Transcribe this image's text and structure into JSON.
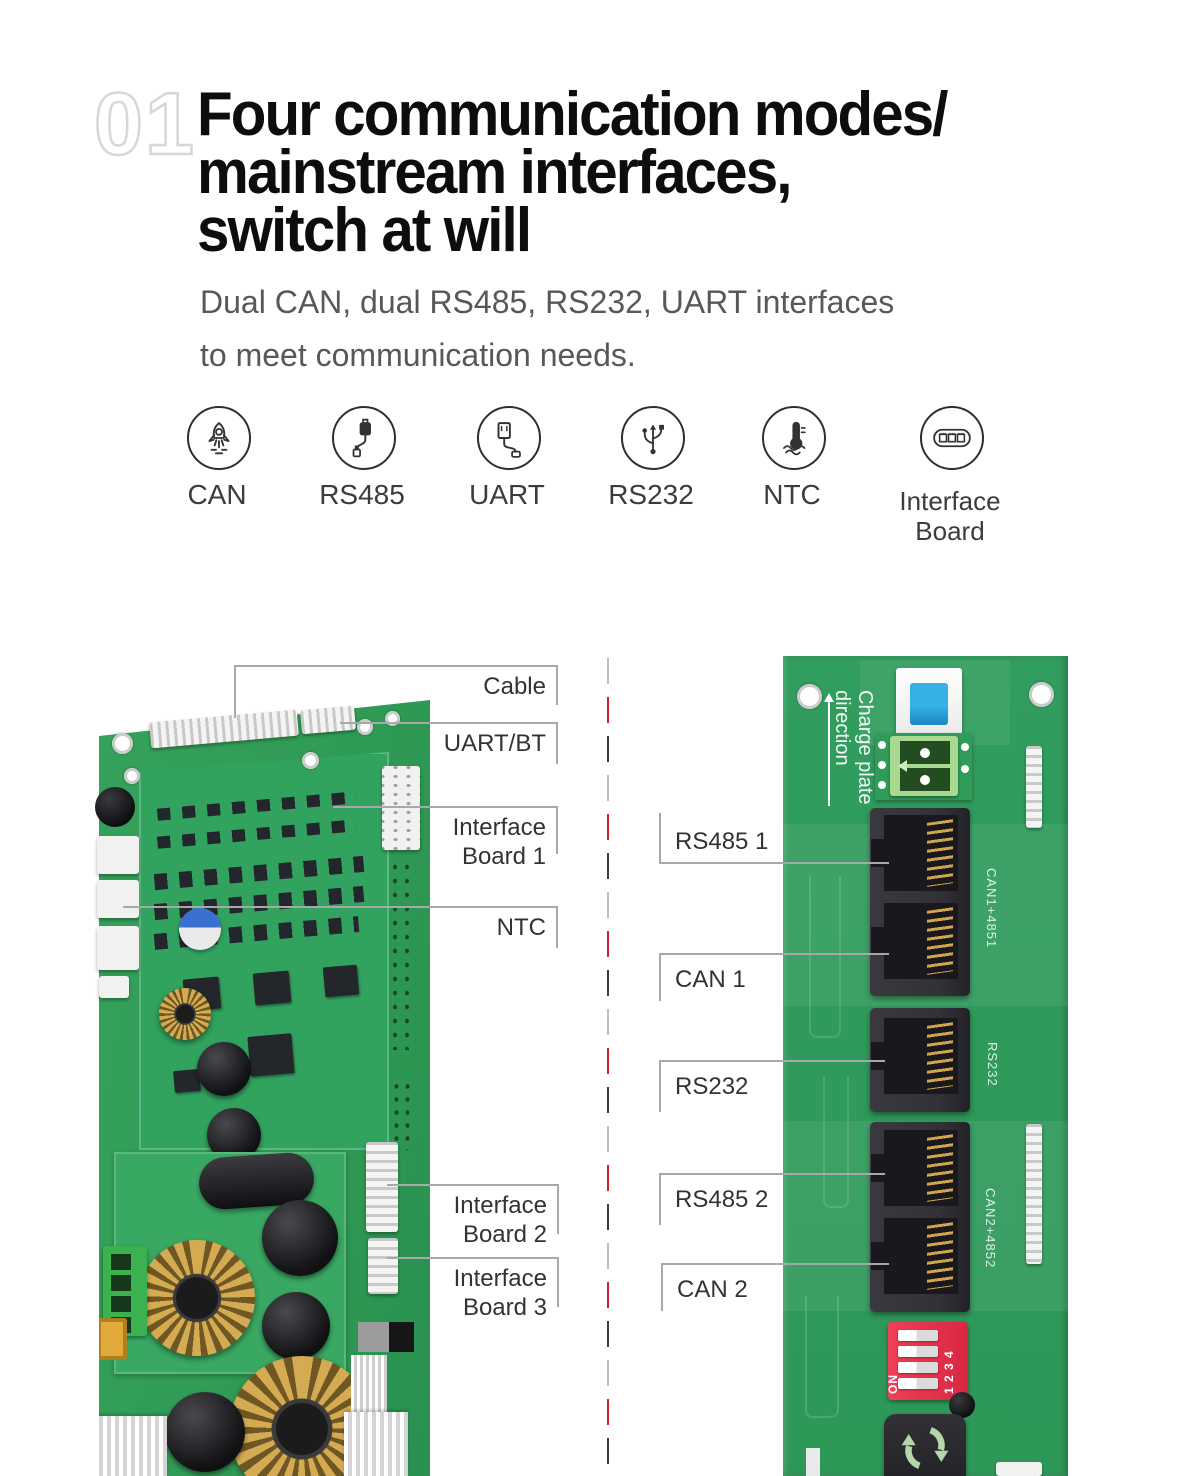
{
  "header": {
    "number": "01",
    "title_line1": "Four communication modes/",
    "title_line2": "mainstream interfaces,",
    "title_line3": "switch at will",
    "subtitle_line1": "Dual CAN, dual RS485, RS232, UART interfaces",
    "subtitle_line2": "to meet communication needs."
  },
  "features": [
    {
      "label": "CAN",
      "icon": "rocket-icon"
    },
    {
      "label": "RS485",
      "icon": "adapter-cable-icon"
    },
    {
      "label": "UART",
      "icon": "usb-cable-icon"
    },
    {
      "label": "RS232",
      "icon": "usb-symbol-icon"
    },
    {
      "label": "NTC",
      "icon": "thermometer-icon"
    },
    {
      "label": "Interface Board",
      "icon": "interface-ports-icon"
    }
  ],
  "left_callouts": [
    {
      "label": "Cable"
    },
    {
      "label": "UART/BT"
    },
    {
      "label": "Interface Board 1"
    },
    {
      "label": "NTC"
    },
    {
      "label": "Interface Board 2"
    },
    {
      "label": "Interface Board 3"
    }
  ],
  "right_callouts": [
    {
      "label": "RS485 1"
    },
    {
      "label": "CAN 1"
    },
    {
      "label": "RS232"
    },
    {
      "label": "RS485 2"
    },
    {
      "label": "CAN 2"
    }
  ],
  "right_board": {
    "charge_line1": "Charge plate",
    "charge_line2": "direction",
    "port_group_labels": [
      "CAN1+4851",
      "RS232",
      "CAN2+4852"
    ],
    "dip_switch": {
      "on_label": "ON",
      "numbers": "1 2 3 4"
    }
  },
  "colors": {
    "pcb_green": "#2f9a5c",
    "divider_red": "#cf1f2e",
    "dip_red": "#e8394f",
    "button_blue": "#2aa7de",
    "text_dark": "#111111",
    "text_gray": "#585858",
    "callout_line": "#a8a8a8"
  }
}
